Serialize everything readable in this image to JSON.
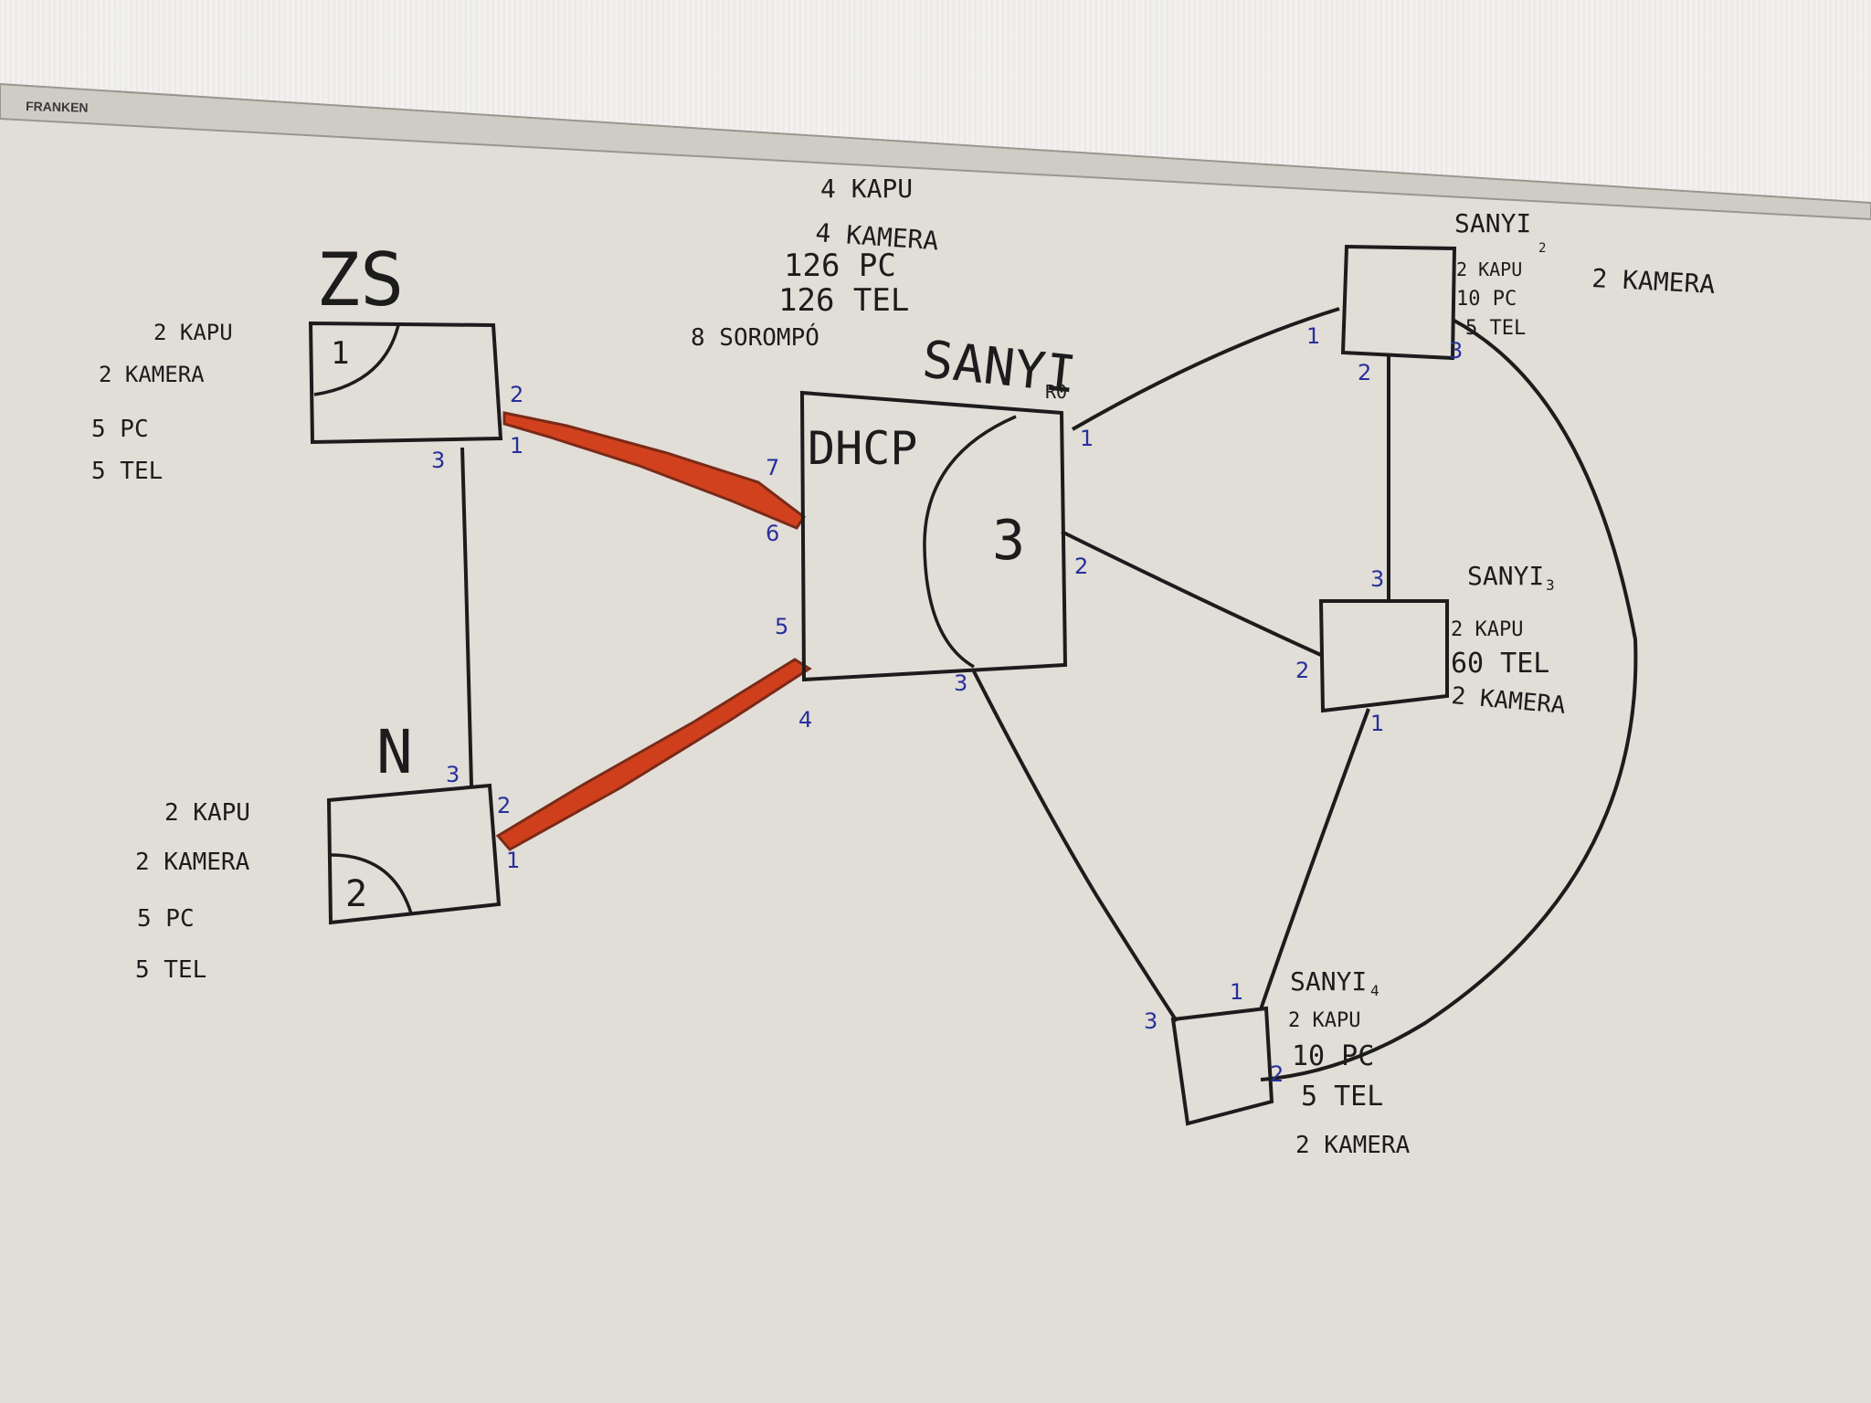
{
  "brand": "FRANKEN",
  "nodes": {
    "zs": {
      "title": "ZS",
      "inner": "1",
      "labels": [
        "2 KAPU",
        "2 KAMERA",
        "5 PC",
        "5 TEL"
      ],
      "ports": [
        "2",
        "1",
        "3"
      ]
    },
    "n": {
      "title": "N",
      "inner": "2",
      "labels": [
        "2 KAPU",
        "2 KAMERA",
        "5 PC",
        "5 TEL"
      ],
      "ports": [
        "3",
        "2",
        "1"
      ]
    },
    "sanyi_main": {
      "title": "SANYI",
      "sub": "R0",
      "dhcp": "DHCP",
      "inner": "3",
      "labels": [
        "4 KAPU",
        "4 KAMERA",
        "126 PC",
        "126 TEL",
        "8 SOROMPÓ"
      ],
      "ports": [
        "7",
        "6",
        "5",
        "4",
        "1",
        "2",
        "3"
      ]
    },
    "sanyi2": {
      "title": "SANYI",
      "sub": "2",
      "labels": [
        "2 KAPU",
        "10 PC",
        "5 TEL"
      ],
      "extra": "2 KAMERA",
      "ports": [
        "1",
        "2",
        "3"
      ]
    },
    "sanyi3": {
      "title": "SANYI",
      "sub": "3",
      "labels": [
        "2 KAPU",
        "60 TEL",
        "2 KAMERA"
      ],
      "ports": [
        "3",
        "2",
        "1"
      ]
    },
    "sanyi4": {
      "title": "SANYI",
      "sub": "4",
      "labels": [
        "2 KAPU",
        "10 PC",
        "5 TEL"
      ],
      "extra": "2 KAMERA",
      "ports": [
        "1",
        "3",
        "2"
      ]
    }
  },
  "colors": {
    "ink": "#1c1c1c",
    "port_ink": "#27309a",
    "highlight": "#d2411d",
    "board": "#e2dfda"
  }
}
